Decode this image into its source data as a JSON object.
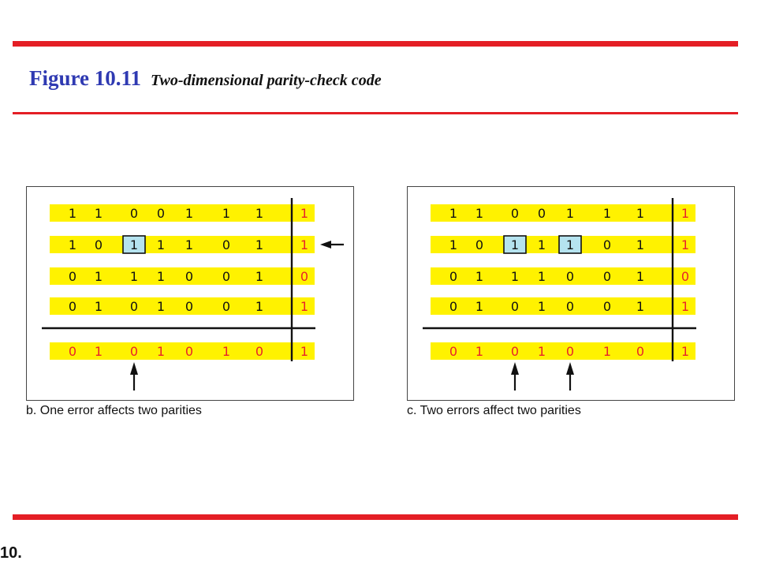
{
  "title": {
    "main": "Figure 10.11",
    "sub": "Two-dimensional parity-check code"
  },
  "page_number": "10.",
  "colors": {
    "rule": "#e41e25",
    "title": "#2f3ab2",
    "row_fill": "#fff200",
    "parity": "#e8232a",
    "error_box": "#b5e3ef",
    "bit": "#111111"
  },
  "panels": [
    {
      "id": "b",
      "caption": "b. One error affects two parities",
      "rows": [
        {
          "data": [
            "1",
            "1",
            "0",
            "0",
            "1",
            "1",
            "1"
          ],
          "parity": "1"
        },
        {
          "data": [
            "1",
            "0",
            "1",
            "1",
            "1",
            "0",
            "1"
          ],
          "parity": "1"
        },
        {
          "data": [
            "0",
            "1",
            "1",
            "1",
            "0",
            "0",
            "1"
          ],
          "parity": "0"
        },
        {
          "data": [
            "0",
            "1",
            "0",
            "1",
            "0",
            "0",
            "1"
          ],
          "parity": "1"
        }
      ],
      "parity_row": {
        "data": [
          "0",
          "1",
          "0",
          "1",
          "0",
          "1",
          "0"
        ],
        "parity": "1"
      },
      "errors": [
        {
          "row": 1,
          "col": 2
        }
      ],
      "row_arrows": [
        1
      ],
      "col_arrows": [
        2
      ]
    },
    {
      "id": "c",
      "caption": "c. Two errors affect two parities",
      "rows": [
        {
          "data": [
            "1",
            "1",
            "0",
            "0",
            "1",
            "1",
            "1"
          ],
          "parity": "1"
        },
        {
          "data": [
            "1",
            "0",
            "1",
            "1",
            "1",
            "0",
            "1"
          ],
          "parity": "1"
        },
        {
          "data": [
            "0",
            "1",
            "1",
            "1",
            "0",
            "0",
            "1"
          ],
          "parity": "0"
        },
        {
          "data": [
            "0",
            "1",
            "0",
            "1",
            "0",
            "0",
            "1"
          ],
          "parity": "1"
        }
      ],
      "parity_row": {
        "data": [
          "0",
          "1",
          "0",
          "1",
          "0",
          "1",
          "0"
        ],
        "parity": "1"
      },
      "errors": [
        {
          "row": 1,
          "col": 2
        },
        {
          "row": 1,
          "col": 4
        }
      ],
      "row_arrows": [],
      "col_arrows": [
        2,
        4
      ]
    }
  ]
}
